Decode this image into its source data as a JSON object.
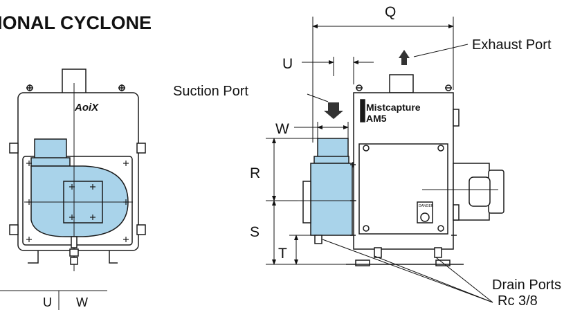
{
  "title": "IONAL CYCLONE",
  "brand_front": "AoiX",
  "nameplate": {
    "line1": "Mistcapture",
    "line2": "AM5"
  },
  "warning_label": "DANGER",
  "labels": {
    "exhaust": "Exhaust Port",
    "suction": "Suction Port",
    "drain_line1": "Drain Ports",
    "drain_line2": "Rc 3/8"
  },
  "dimensions": {
    "Q": "Q",
    "U": "U",
    "W": "W",
    "R": "R",
    "S": "S",
    "T": "T"
  },
  "table_header": [
    "U",
    "W"
  ],
  "colors": {
    "fill": "#a9d3ea",
    "line": "#1a1a1a",
    "arrow": "#333333"
  },
  "icons": {
    "exhaust_arrow": "arrow-up-icon",
    "suction_arrow": "arrow-down-icon"
  }
}
